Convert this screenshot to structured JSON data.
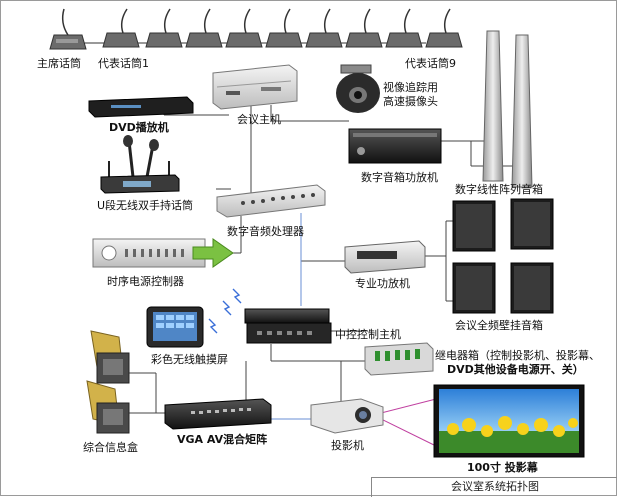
{
  "labels": {
    "chairman_mic": "主席话筒",
    "delegate_mic_1": "代表话筒1",
    "delegate_mic_9": "代表话筒9",
    "conference_host": "会议主机",
    "tracking_camera_line1": "视像追踪用",
    "tracking_camera_line2": "高速摄像头",
    "dvd_player": "DVD播放机",
    "digital_speaker_amp": "数字音箱功放机",
    "digital_line_array": "数字线性阵列音箱",
    "uhf_wireless_mic": "U段无线双手持话筒",
    "digital_audio_processor": "数字音频处理器",
    "pro_amplifier": "专业功放机",
    "sequencer_power": "时序电源控制器",
    "wall_speakers": "会议全频壁挂音箱",
    "central_control_host": "中控控制主机",
    "wireless_touchscreen": "彩色无线触摸屏",
    "relay_box_line1": "继电器箱（控制投影机、投影幕、",
    "relay_box_line2": "DVD其他设备电源开、关）",
    "info_box": "综合信息盒",
    "vga_av_matrix": "VGA  AV混合矩阵",
    "projector": "投影机",
    "projection_screen": "100寸  投影幕",
    "caption": "会议室系统拓扑图"
  }
}
